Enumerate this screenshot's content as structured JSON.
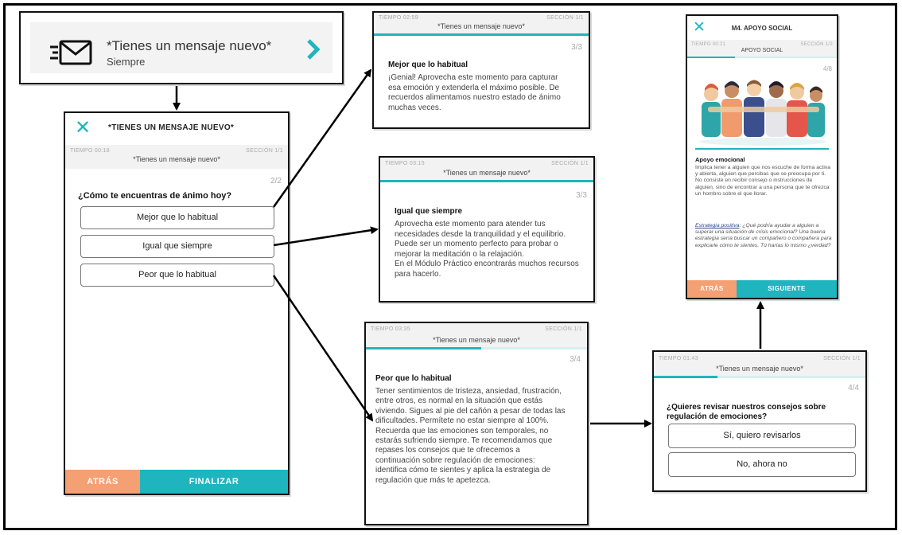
{
  "notification": {
    "title": "*Tienes un mensaje nuevo*",
    "subtitle": "Siempre",
    "envelope_icon": "envelope-icon",
    "chevron_icon": "chevron-right-icon"
  },
  "question_screen": {
    "header_title": "*TIENES UN MENSAJE NUEVO*",
    "time": "TIEMPO  00:18",
    "section": "SECCIÓN 1/1",
    "meta_title": "*Tienes un mensaje nuevo*",
    "pager": "2/2",
    "question": "¿Cómo te encuentras de ánimo hoy?",
    "options": [
      "Mejor que lo habitual",
      "Igual que siempre",
      "Peor que lo habitual"
    ],
    "back_label": "ATRÁS",
    "finish_label": "FINALIZAR"
  },
  "better_screen": {
    "time": "TIEMPO  02:59",
    "section": "SECCIÓN 1/1",
    "meta_title": "*Tienes un mensaje nuevo*",
    "pager": "3/3",
    "title": "Mejor que lo habitual",
    "body": "¡Genial! Aprovecha este momento para capturar esa emoción y extenderla el máximo posible. De recuerdos alimentamos nuestro estado de ánimo muchas veces."
  },
  "same_screen": {
    "time": "TIEMPO  03:15",
    "section": "SECCIÓN 1/1",
    "meta_title": "*Tienes un mensaje nuevo*",
    "pager": "3/3",
    "title": "Igual que siempre",
    "body": "Aprovecha este momento para atender tus necesidades desde la tranquilidad y el equilibrio. Puede ser un momento perfecto para probar o mejorar la meditación o la relajación.\nEn el Módulo Práctico encontrarás muchos recursos para hacerlo."
  },
  "worse_screen": {
    "time": "TIEMPO  03:35",
    "section": "SECCIÓN 1/1",
    "meta_title": "*Tienes un mensaje nuevo*",
    "pager": "3/4",
    "title": "Peor que lo habitual",
    "body": "Tener sentimientos de tristeza, ansiedad, frustración, entre otros, es normal en la situación que estás viviendo. Sigues al pie del cañón a pesar de todas las dificultades. Permítete no estar siempre al 100%. Recuerda que las emociones son temporales, no estarás sufriendo siempre. Te recomendamos que repases los consejos que te ofrecemos a continuación sobre regulación de emociones: identifica cómo te sientes y aplica la estrategia de regulación que más te apetezca."
  },
  "advice_screen": {
    "time": "TIEMPO  01:43",
    "section": "SECCIÓN 1/1",
    "meta_title": "*Tienes un mensaje nuevo*",
    "pager": "4/4",
    "question": "¿Quieres revisar nuestros consejos sobre regulación de emociones?",
    "options": [
      "Sí, quiero revisarlos",
      "No, ahora no"
    ]
  },
  "support_screen": {
    "header_title": "M4. APOYO SOCIAL",
    "time": "TIEMPO  00:21",
    "section": "SECCIÓN 1/2",
    "meta_title": "APOYO SOCIAL",
    "pager": "4/8",
    "title": "Apoyo emocional",
    "body": "Implica tener a alguien que nos escuche de forma activa y abierta, alguien que percibas que se preocupa por ti. No consiste en recibir consejo o instrucciones de alguien, sino de encontrar a una persona que te ofrezca un hombro sobre el que llorar.",
    "strategy_label": "Estrategia positiva",
    "strategy_text": ": ¿Qué podría ayudar a alguien a superar una situación de crisis emocional? Una buena estrategia sería buscar un compañero o compañera para explicarle cómo te sientes. Tú harías lo mismo ¿verdad?",
    "back_label": "ATRÁS",
    "next_label": "SIGUIENTE"
  },
  "colors": {
    "accent": "#1fb5bf",
    "back_button": "#f5a073",
    "border": "#111111"
  }
}
